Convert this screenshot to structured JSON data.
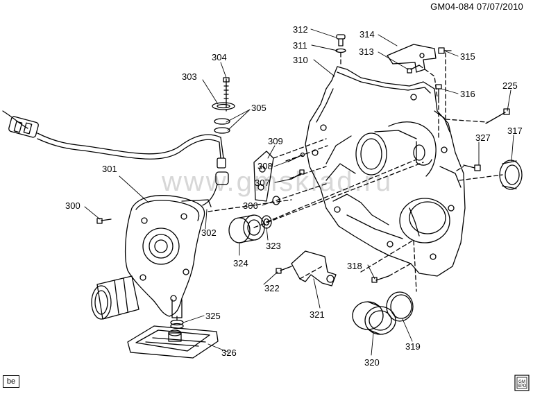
{
  "header": {
    "code": "GM04-084",
    "date": "07/07/2010"
  },
  "watermark": "www.gmsklad.ru",
  "footer": {
    "badge": "be",
    "logo_text": "GM SPO"
  },
  "callouts": [
    "312",
    "314",
    "311",
    "313",
    "315",
    "304",
    "310",
    "303",
    "316",
    "225",
    "305",
    "317",
    "327",
    "309",
    "308",
    "307",
    "301",
    "306",
    "300",
    "302",
    "323",
    "324",
    "318",
    "322",
    "321",
    "325",
    "319",
    "326",
    "320"
  ]
}
